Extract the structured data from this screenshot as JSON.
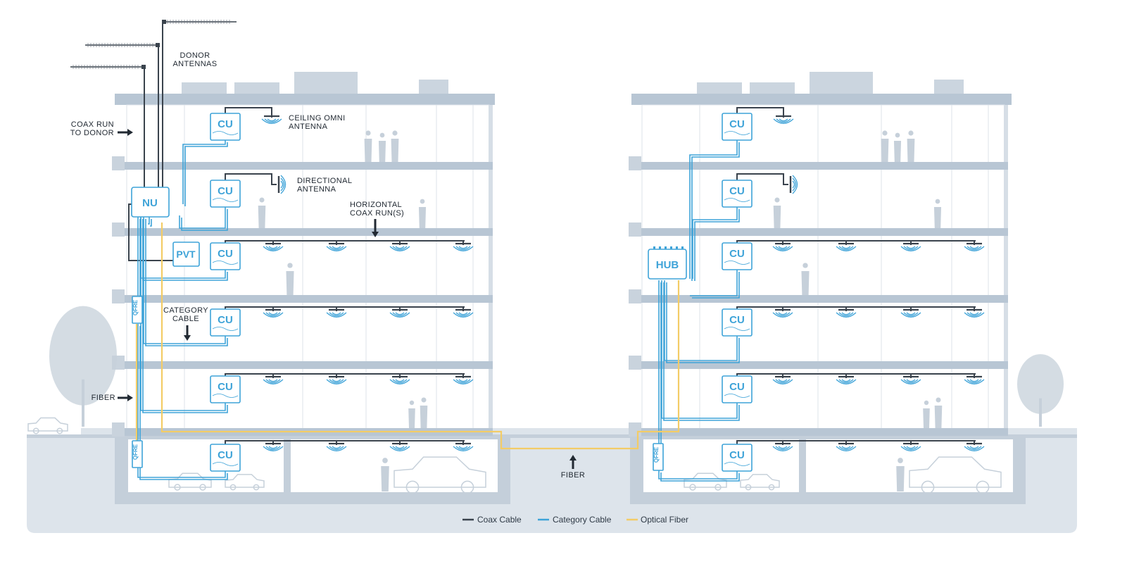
{
  "labels": {
    "donor_antennas": [
      "DONOR",
      "ANTENNAS"
    ],
    "coax_run": [
      "COAX RUN",
      "TO DONOR"
    ],
    "ceiling_omni": [
      "CEILING OMNI",
      "ANTENNA"
    ],
    "directional": [
      "DIRECTIONAL",
      "ANTENNA"
    ],
    "horizontal_coax": [
      "HORIZONTAL",
      "COAX RUN(S)"
    ],
    "category_cable": [
      "CATEGORY",
      "CABLE"
    ],
    "fiber_left": "FIBER",
    "fiber_bottom": "FIBER"
  },
  "devices": {
    "nu": "NU",
    "pvt": "PVT",
    "hub": "HUB",
    "cu": "CU",
    "qfre": "QFRE"
  },
  "legend": [
    {
      "label": "Coax Cable",
      "color": "#3a434d"
    },
    {
      "label": "Category Cable",
      "color": "#3ea3d8"
    },
    {
      "label": "Optical Fiber",
      "color": "#f3cc66"
    }
  ],
  "icons": [
    "arrow-right-icon",
    "arrow-down-icon",
    "arrow-up-icon",
    "ceiling-omni-antenna-icon",
    "directional-antenna-icon",
    "yagi-donor-antenna-icon",
    "person-silhouette-icon",
    "car-silhouette-icon",
    "tree-silhouette-icon"
  ]
}
